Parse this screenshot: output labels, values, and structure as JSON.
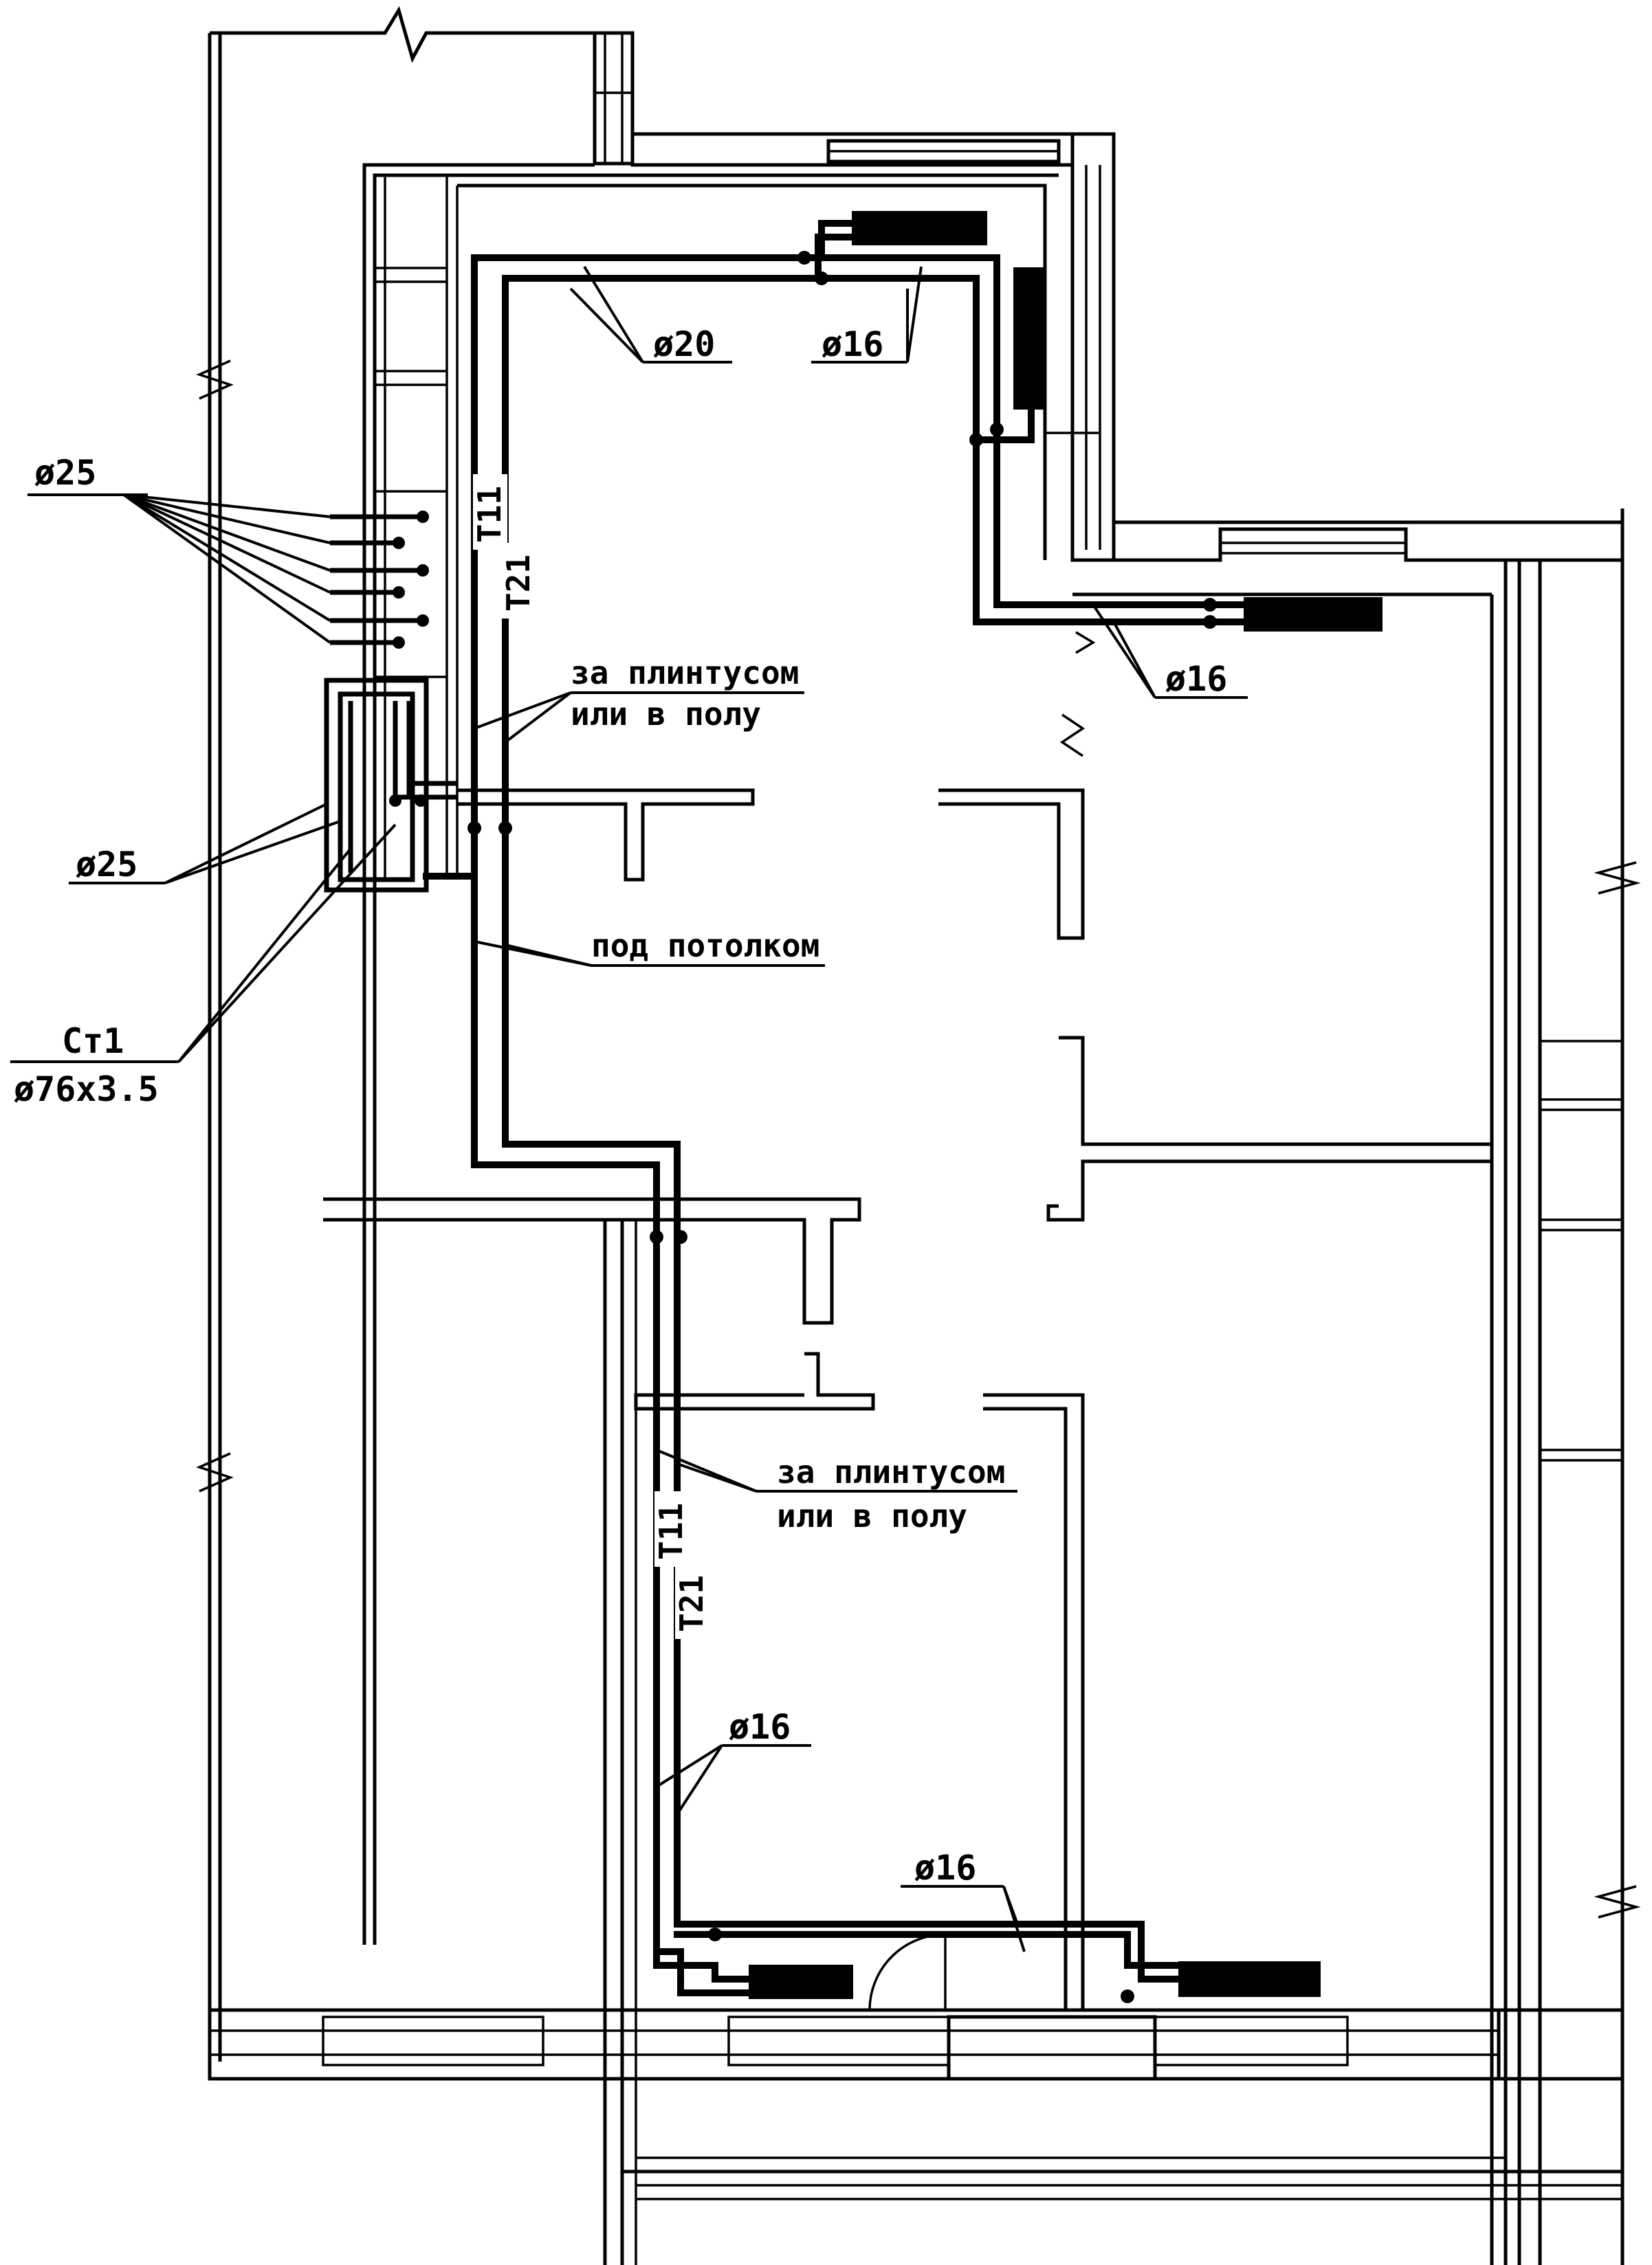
{
  "labels": {
    "d25_top": "ø25",
    "d25_left": "ø25",
    "d20": "ø20",
    "d16_top": "ø16",
    "d16_right": "ø16",
    "d16_mid": "ø16",
    "d16_bottom": "ø16",
    "st1_name": "Ст1",
    "st1_size": "ø76x3.5",
    "baseboard_top_1": "за плинтусом",
    "baseboard_top_2": "или в полу",
    "ceiling": "под потолком",
    "baseboard_bottom_1": "за плинтусом",
    "baseboard_bottom_2": "или в полу",
    "t11_top": "T11",
    "t21_top": "T21",
    "t11_bottom": "T11",
    "t21_bottom": "T21"
  }
}
